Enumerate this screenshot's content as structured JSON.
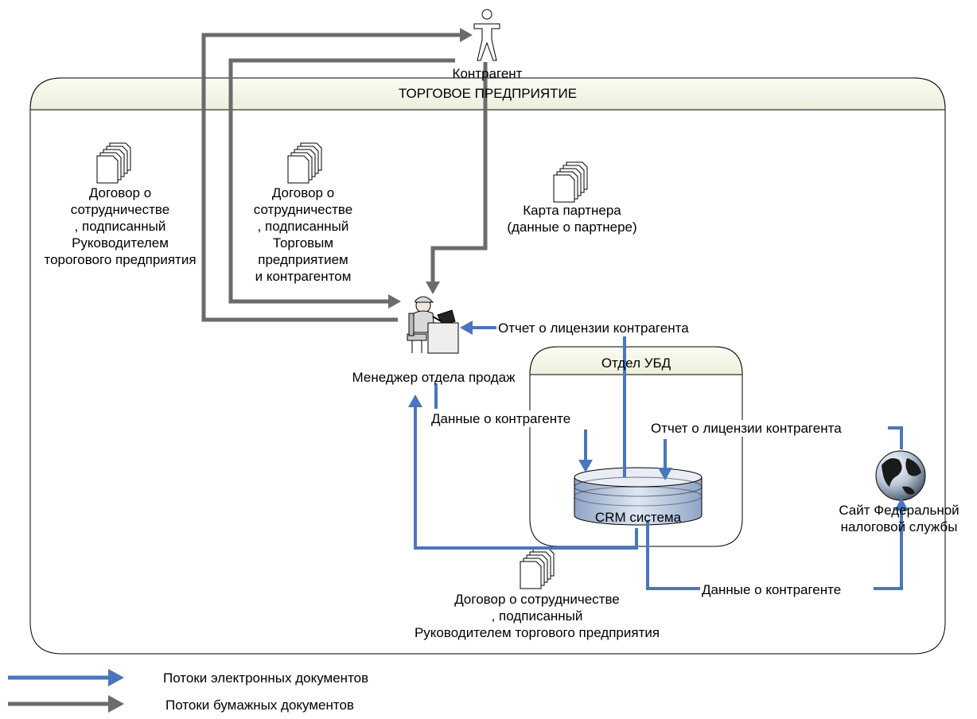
{
  "enterprise": {
    "title": "ТОРГОВОЕ ПРЕДПРИЯТИЕ"
  },
  "department": {
    "title": "Отдел УБД"
  },
  "actors": {
    "counterparty": "Контрагент",
    "manager": "Менеджер отдела продаж",
    "crm": "CRM система",
    "tax_site": "Сайт Федеральной\nналоговой службы"
  },
  "documents": {
    "contract_signed_head": "Договор о\nсотрудничестве\n, подписанный\nРуководителем\nторогового предприятия",
    "contract_signed_both": "Договор о\nсотрудничестве\n, подписанный\nТорговым\nпредприятием\nи контрагентом",
    "partner_card": "Карта партнера\n(данные о партнере)",
    "contract_bottom": "Договор о сотрудничестве\n, подписанный\nРуководителем торгового предприятия"
  },
  "flows": {
    "license_report_manager": "Отчет о лицензии контрагента",
    "counterparty_data_manager": "Данные о контрагенте",
    "license_report_crm": "Отчет о лицензии контрагента",
    "counterparty_data_tax": "Данные о контрагенте"
  },
  "legend": {
    "electronic": "Потоки электронных документов",
    "paper": "Потоки бумажных документов"
  },
  "colors": {
    "electronic_flow": "#4a76be",
    "paper_flow": "#6b6b6b",
    "container_header": "#f2f2e6"
  }
}
